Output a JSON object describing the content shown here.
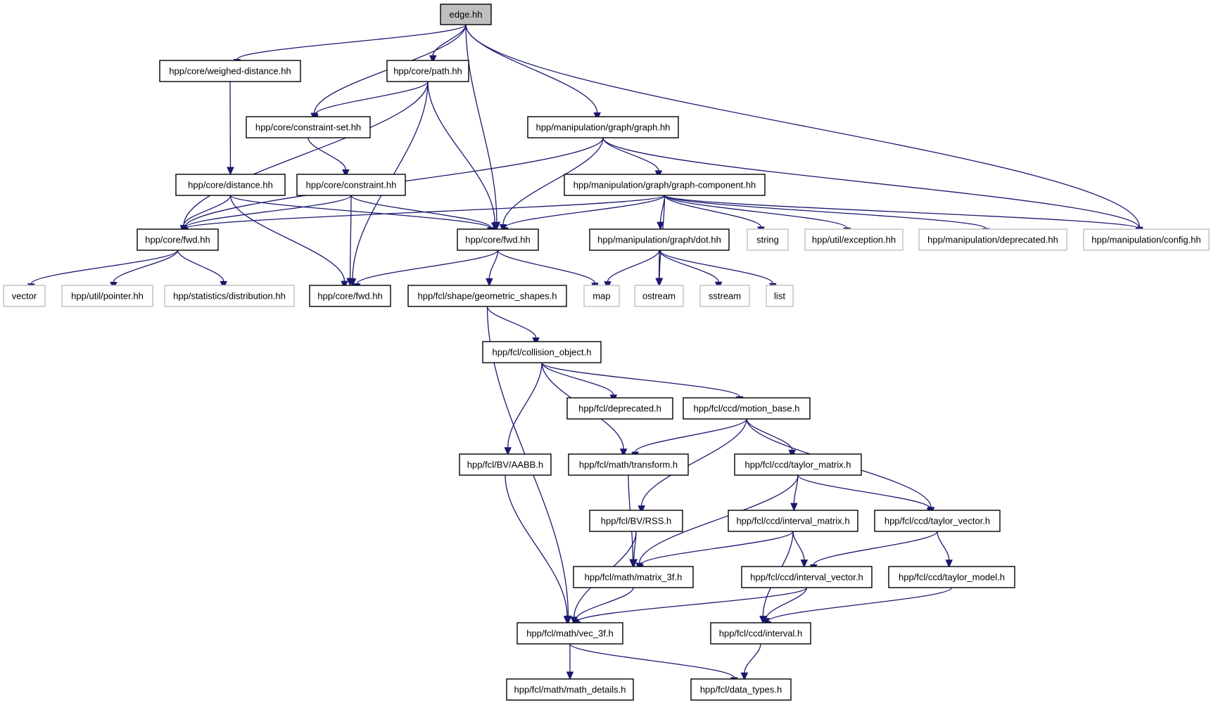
{
  "nodes": {
    "edge": {
      "label": "edge.hh",
      "style": "root"
    },
    "weighed": {
      "label": "hpp/core/weighed-distance.hh",
      "style": "normal"
    },
    "path": {
      "label": "hpp/core/path.hh",
      "style": "normal"
    },
    "cset": {
      "label": "hpp/core/constraint-set.hh",
      "style": "normal"
    },
    "graph": {
      "label": "hpp/manipulation/graph/graph.hh",
      "style": "normal"
    },
    "distance": {
      "label": "hpp/core/distance.hh",
      "style": "normal"
    },
    "constraint": {
      "label": "hpp/core/constraint.hh",
      "style": "normal"
    },
    "gcomp": {
      "label": "hpp/manipulation/graph/graph-component.hh",
      "style": "normal"
    },
    "corefwd1": {
      "label": "hpp/core/fwd.hh",
      "style": "normal"
    },
    "corefwd2": {
      "label": "hpp/core/fwd.hh",
      "style": "normal"
    },
    "dot": {
      "label": "hpp/manipulation/graph/dot.hh",
      "style": "normal"
    },
    "string": {
      "label": "string",
      "style": "system"
    },
    "exception": {
      "label": "hpp/util/exception.hh",
      "style": "system"
    },
    "deprecated": {
      "label": "hpp/manipulation/deprecated.hh",
      "style": "system"
    },
    "config": {
      "label": "hpp/manipulation/config.hh",
      "style": "system"
    },
    "vector": {
      "label": "vector",
      "style": "system"
    },
    "pointer": {
      "label": "hpp/util/pointer.hh",
      "style": "system"
    },
    "distribution": {
      "label": "hpp/statistics/distribution.hh",
      "style": "system"
    },
    "corefwd3": {
      "label": "hpp/core/fwd.hh",
      "style": "normal"
    },
    "geom": {
      "label": "hpp/fcl/shape/geometric_shapes.h",
      "style": "normal"
    },
    "map": {
      "label": "map",
      "style": "system"
    },
    "ostream": {
      "label": "ostream",
      "style": "system"
    },
    "sstream": {
      "label": "sstream",
      "style": "system"
    },
    "list": {
      "label": "list",
      "style": "system"
    },
    "collobj": {
      "label": "hpp/fcl/collision_object.h",
      "style": "normal"
    },
    "fcldep": {
      "label": "hpp/fcl/deprecated.h",
      "style": "normal"
    },
    "motion": {
      "label": "hpp/fcl/ccd/motion_base.h",
      "style": "normal"
    },
    "aabb": {
      "label": "hpp/fcl/BV/AABB.h",
      "style": "normal"
    },
    "transform": {
      "label": "hpp/fcl/math/transform.h",
      "style": "normal"
    },
    "tmatrix": {
      "label": "hpp/fcl/ccd/taylor_matrix.h",
      "style": "normal"
    },
    "rss": {
      "label": "hpp/fcl/BV/RSS.h",
      "style": "normal"
    },
    "imatrix": {
      "label": "hpp/fcl/ccd/interval_matrix.h",
      "style": "normal"
    },
    "tvector": {
      "label": "hpp/fcl/ccd/taylor_vector.h",
      "style": "normal"
    },
    "matrix3f": {
      "label": "hpp/fcl/math/matrix_3f.h",
      "style": "normal"
    },
    "ivector": {
      "label": "hpp/fcl/ccd/interval_vector.h",
      "style": "normal"
    },
    "tmodel": {
      "label": "hpp/fcl/ccd/taylor_model.h",
      "style": "normal"
    },
    "vec3f": {
      "label": "hpp/fcl/math/vec_3f.h",
      "style": "normal"
    },
    "interval": {
      "label": "hpp/fcl/ccd/interval.h",
      "style": "normal"
    },
    "mathdetails": {
      "label": "hpp/fcl/math/math_details.h",
      "style": "normal"
    },
    "datatypes": {
      "label": "hpp/fcl/data_types.h",
      "style": "normal"
    }
  },
  "edges": [
    [
      "edge",
      "weighed"
    ],
    [
      "edge",
      "path"
    ],
    [
      "edge",
      "cset"
    ],
    [
      "edge",
      "corefwd2"
    ],
    [
      "edge",
      "graph"
    ],
    [
      "edge",
      "config"
    ],
    [
      "weighed",
      "distance"
    ],
    [
      "path",
      "cset"
    ],
    [
      "path",
      "corefwd1"
    ],
    [
      "path",
      "corefwd2"
    ],
    [
      "path",
      "corefwd3"
    ],
    [
      "cset",
      "constraint"
    ],
    [
      "graph",
      "corefwd1"
    ],
    [
      "graph",
      "corefwd2"
    ],
    [
      "graph",
      "gcomp"
    ],
    [
      "graph",
      "config"
    ],
    [
      "distance",
      "corefwd1"
    ],
    [
      "distance",
      "corefwd2"
    ],
    [
      "distance",
      "corefwd3"
    ],
    [
      "constraint",
      "corefwd1"
    ],
    [
      "constraint",
      "corefwd2"
    ],
    [
      "constraint",
      "corefwd3"
    ],
    [
      "gcomp",
      "corefwd1"
    ],
    [
      "gcomp",
      "corefwd2"
    ],
    [
      "gcomp",
      "dot"
    ],
    [
      "gcomp",
      "string"
    ],
    [
      "gcomp",
      "exception"
    ],
    [
      "gcomp",
      "deprecated"
    ],
    [
      "gcomp",
      "config"
    ],
    [
      "gcomp",
      "ostream"
    ],
    [
      "corefwd1",
      "vector"
    ],
    [
      "corefwd1",
      "pointer"
    ],
    [
      "corefwd1",
      "distribution"
    ],
    [
      "corefwd2",
      "corefwd3"
    ],
    [
      "corefwd2",
      "geom"
    ],
    [
      "corefwd2",
      "map"
    ],
    [
      "dot",
      "map"
    ],
    [
      "dot",
      "ostream"
    ],
    [
      "dot",
      "sstream"
    ],
    [
      "dot",
      "list"
    ],
    [
      "geom",
      "collobj"
    ],
    [
      "geom",
      "vec3f"
    ],
    [
      "collobj",
      "fcldep"
    ],
    [
      "collobj",
      "motion"
    ],
    [
      "collobj",
      "aabb"
    ],
    [
      "collobj",
      "transform"
    ],
    [
      "motion",
      "transform"
    ],
    [
      "motion",
      "tmatrix"
    ],
    [
      "motion",
      "rss"
    ],
    [
      "motion",
      "tvector"
    ],
    [
      "aabb",
      "vec3f"
    ],
    [
      "transform",
      "matrix3f"
    ],
    [
      "tmatrix",
      "imatrix"
    ],
    [
      "tmatrix",
      "tvector"
    ],
    [
      "tmatrix",
      "matrix3f"
    ],
    [
      "rss",
      "matrix3f"
    ],
    [
      "rss",
      "vec3f"
    ],
    [
      "imatrix",
      "matrix3f"
    ],
    [
      "imatrix",
      "ivector"
    ],
    [
      "imatrix",
      "interval"
    ],
    [
      "tvector",
      "ivector"
    ],
    [
      "tvector",
      "tmodel"
    ],
    [
      "matrix3f",
      "vec3f"
    ],
    [
      "ivector",
      "vec3f"
    ],
    [
      "ivector",
      "interval"
    ],
    [
      "tmodel",
      "interval"
    ],
    [
      "vec3f",
      "mathdetails"
    ],
    [
      "vec3f",
      "datatypes"
    ],
    [
      "interval",
      "datatypes"
    ]
  ],
  "colors": {
    "edge": "#191970",
    "root_fill": "#bfbfbf",
    "box_border": "#000000",
    "system_border": "#bfbfbf",
    "text": "#000000"
  }
}
